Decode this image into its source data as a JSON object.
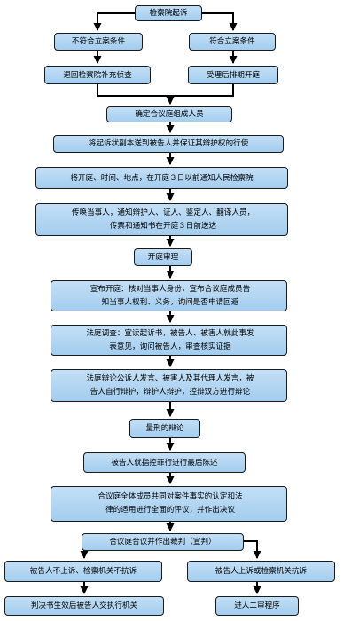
{
  "nodes": {
    "start": "检察院起诉",
    "no_case": "不符合立案条件",
    "yes_case": "符合立案条件",
    "return": "退回检察院补充侦查",
    "schedule": "受理后排期开庭",
    "panel": "确定合议庭组成人员",
    "deliver": "将起诉状副本送到被告人并保证其辩护权的行使",
    "notify": "将开庭、时间、地点，在开庭３日以前通知人民检察院",
    "summon_1": "传唤当事人，通知辩护人、证人、鉴定人、翻译人员，",
    "summon_2": "传票和通知书在开庭３日前送达",
    "trial": "开庭审理",
    "announce_1": "宣布开庭：核对当事人身份，宣布合议庭成员告",
    "announce_2": "知当事人权利、义务，询问是否申请回避",
    "investigate_1": "法庭调查：宣读起诉书，被告人、被害人就此事发",
    "investigate_2": "表意见，询问被告人，审查核实证据",
    "debate_1": "法庭辩论公诉人发言、被害人及其代理人发言，被",
    "debate_2": "告人自行辩护，辩护人辩护，控辩双方进行辩论",
    "sentencing": "量刑的辩论",
    "final_statement": "被告人就指控罪行进行最后陈述",
    "deliberate_1": "合议庭全体成员共同对案件事实的认定和法",
    "deliberate_2": "律的适用进行全面的评议，并作出决议",
    "verdict": "合议庭合议并作出裁判（宣判）",
    "no_appeal": "被告人不上诉、检察机关不抗诉",
    "appeal": "被告人上诉或检察机关抗诉",
    "execute": "判决书生效后被告人交执行机关",
    "second_instance": "进人二审程序"
  }
}
